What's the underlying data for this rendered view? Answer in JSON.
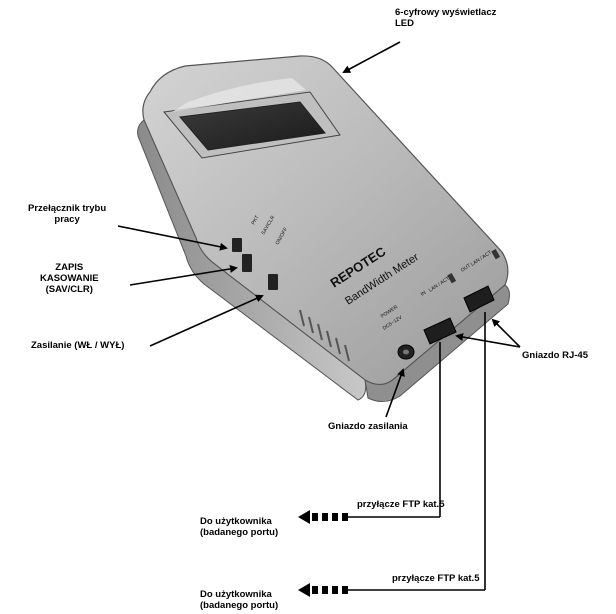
{
  "labels": {
    "led_display": "6-cyfrowy wyświetlacz\nLED",
    "mode_switch": "Przełącznik trybu\npracy",
    "save_clear": "ZAPIS\nKASOWANIE\n(SAV/CLR)",
    "power_switch": "Zasilanie (WŁ / WYŁ)",
    "rj45": "Gniazdo RJ-45",
    "power_socket": "Gniazdo zasilania",
    "ftp1": "przyłącze FTP kat.5",
    "ftp2": "przyłącze FTP kat.5",
    "user1": "Do użytkownika\n(badanego portu)",
    "user2": "Do użytkownika\n(badanego portu)"
  },
  "device": {
    "brand": "REPOTEC",
    "model": "BandWidth Meter",
    "power_label": "POWER",
    "power_spec": "DC5~12V",
    "port_in": "IN",
    "port_out": "OUT",
    "lan_act_1": "LAN / ACT",
    "lan_act_2": "LAN / ACT",
    "side_labels": [
      "SAV/CLR",
      "ON/OFF",
      "PKT"
    ]
  }
}
